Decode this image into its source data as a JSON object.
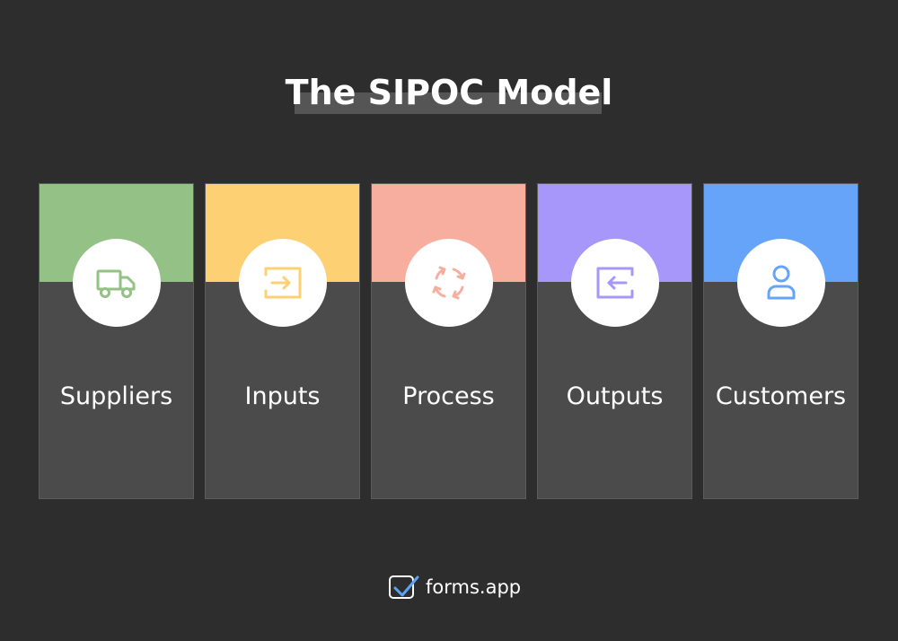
{
  "title": "The SIPOC Model",
  "stages": [
    {
      "label": "Suppliers",
      "icon": "truck-icon",
      "color": "#93c186"
    },
    {
      "label": "Inputs",
      "icon": "input-arrow-icon",
      "color": "#fdd073"
    },
    {
      "label": "Process",
      "icon": "cycle-arrows-icon",
      "color": "#f8ae9e"
    },
    {
      "label": "Outputs",
      "icon": "output-arrow-icon",
      "color": "#a897fb"
    },
    {
      "label": "Customers",
      "icon": "person-icon",
      "color": "#66a4f9"
    }
  ],
  "footer": {
    "brand": "forms.app",
    "logo_icon": "forms-app-logo-icon"
  }
}
